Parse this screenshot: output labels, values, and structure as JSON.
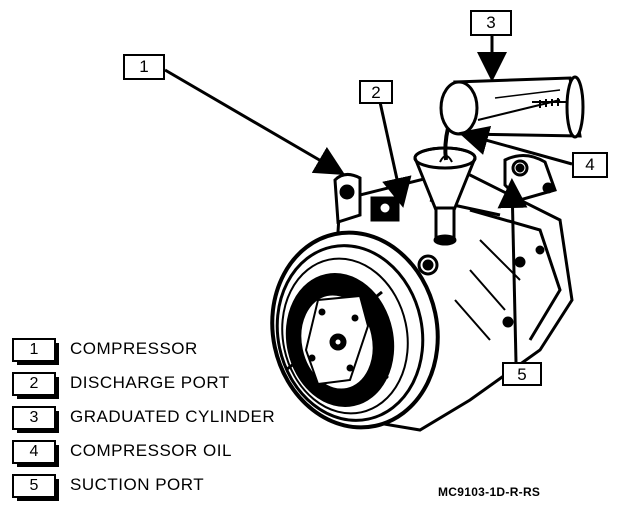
{
  "callouts": [
    {
      "num": "1"
    },
    {
      "num": "2"
    },
    {
      "num": "3"
    },
    {
      "num": "4"
    },
    {
      "num": "5"
    }
  ],
  "legend": [
    {
      "num": "1",
      "label": "COMPRESSOR"
    },
    {
      "num": "2",
      "label": "DISCHARGE PORT"
    },
    {
      "num": "3",
      "label": "GRADUATED CYLINDER"
    },
    {
      "num": "4",
      "label": "COMPRESSOR OIL"
    },
    {
      "num": "5",
      "label": "SUCTION PORT"
    }
  ],
  "figure_code": "MC9103-1D-R-RS"
}
